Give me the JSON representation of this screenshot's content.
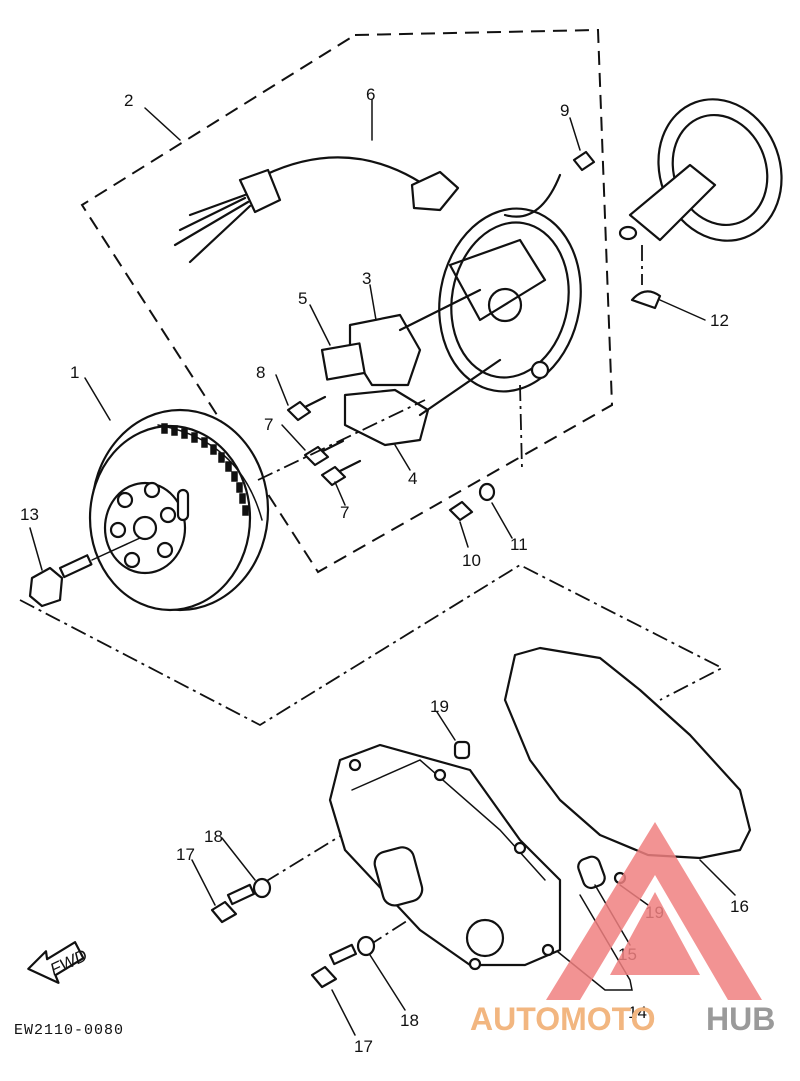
{
  "callouts": [
    {
      "id": "1",
      "label": "1"
    },
    {
      "id": "2",
      "label": "2"
    },
    {
      "id": "3",
      "label": "3"
    },
    {
      "id": "4",
      "label": "4"
    },
    {
      "id": "5",
      "label": "5"
    },
    {
      "id": "6",
      "label": "6"
    },
    {
      "id": "7a",
      "label": "7"
    },
    {
      "id": "7b",
      "label": "7"
    },
    {
      "id": "8",
      "label": "8"
    },
    {
      "id": "9",
      "label": "9"
    },
    {
      "id": "10",
      "label": "10"
    },
    {
      "id": "11",
      "label": "11"
    },
    {
      "id": "12",
      "label": "12"
    },
    {
      "id": "13",
      "label": "13"
    },
    {
      "id": "14",
      "label": "14"
    },
    {
      "id": "15",
      "label": "15"
    },
    {
      "id": "16",
      "label": "16"
    },
    {
      "id": "17a",
      "label": "17"
    },
    {
      "id": "17b",
      "label": "17"
    },
    {
      "id": "18a",
      "label": "18"
    },
    {
      "id": "18b",
      "label": "18"
    },
    {
      "id": "19a",
      "label": "19"
    },
    {
      "id": "19b",
      "label": "19"
    }
  ],
  "direction_arrow": {
    "label": "FWD"
  },
  "drawing_code": "EW2110-0080",
  "watermark": {
    "part1": "AUTOMOTO",
    "part2": "HUB",
    "accent_color": "#f08080",
    "text_color_1": "#f2b680",
    "text_color_2": "#9a9a9a"
  }
}
